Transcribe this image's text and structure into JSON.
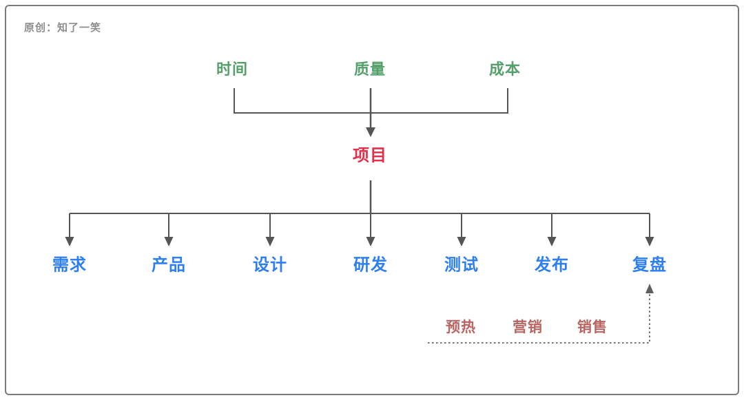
{
  "watermark": "原创：知了一笑",
  "colors": {
    "constraint_green": "#55a06a",
    "root_red": "#e13049",
    "phase_blue": "#2d7ff0",
    "subphase_brown": "#b96460",
    "connector_gray": "#555555",
    "dotted_gray": "#5f5f5f",
    "watermark_gray": "#8d8d8d",
    "frame_gray": "#7b7b7b",
    "background": "#ffffff"
  },
  "diagram": {
    "constraints": [
      "时间",
      "质量",
      "成本"
    ],
    "root": "项目",
    "phases": [
      "需求",
      "产品",
      "设计",
      "研发",
      "测试",
      "发布",
      "复盘"
    ],
    "subphases": [
      "预热",
      "营销",
      "销售"
    ]
  }
}
